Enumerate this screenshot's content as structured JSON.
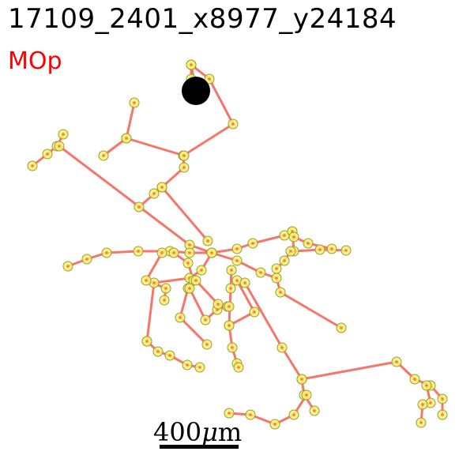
{
  "title": "17109_2401_x8977_y24184",
  "region": "MOp",
  "scale": {
    "value": "400",
    "unit_prefix": "μ",
    "unit_suffix": "m"
  },
  "colors": {
    "edge": "#f4776a",
    "node_fill": "#f7f26b",
    "node_stroke": "#9a9a3a",
    "soma": "#000000",
    "region": "#ff0000"
  }
}
